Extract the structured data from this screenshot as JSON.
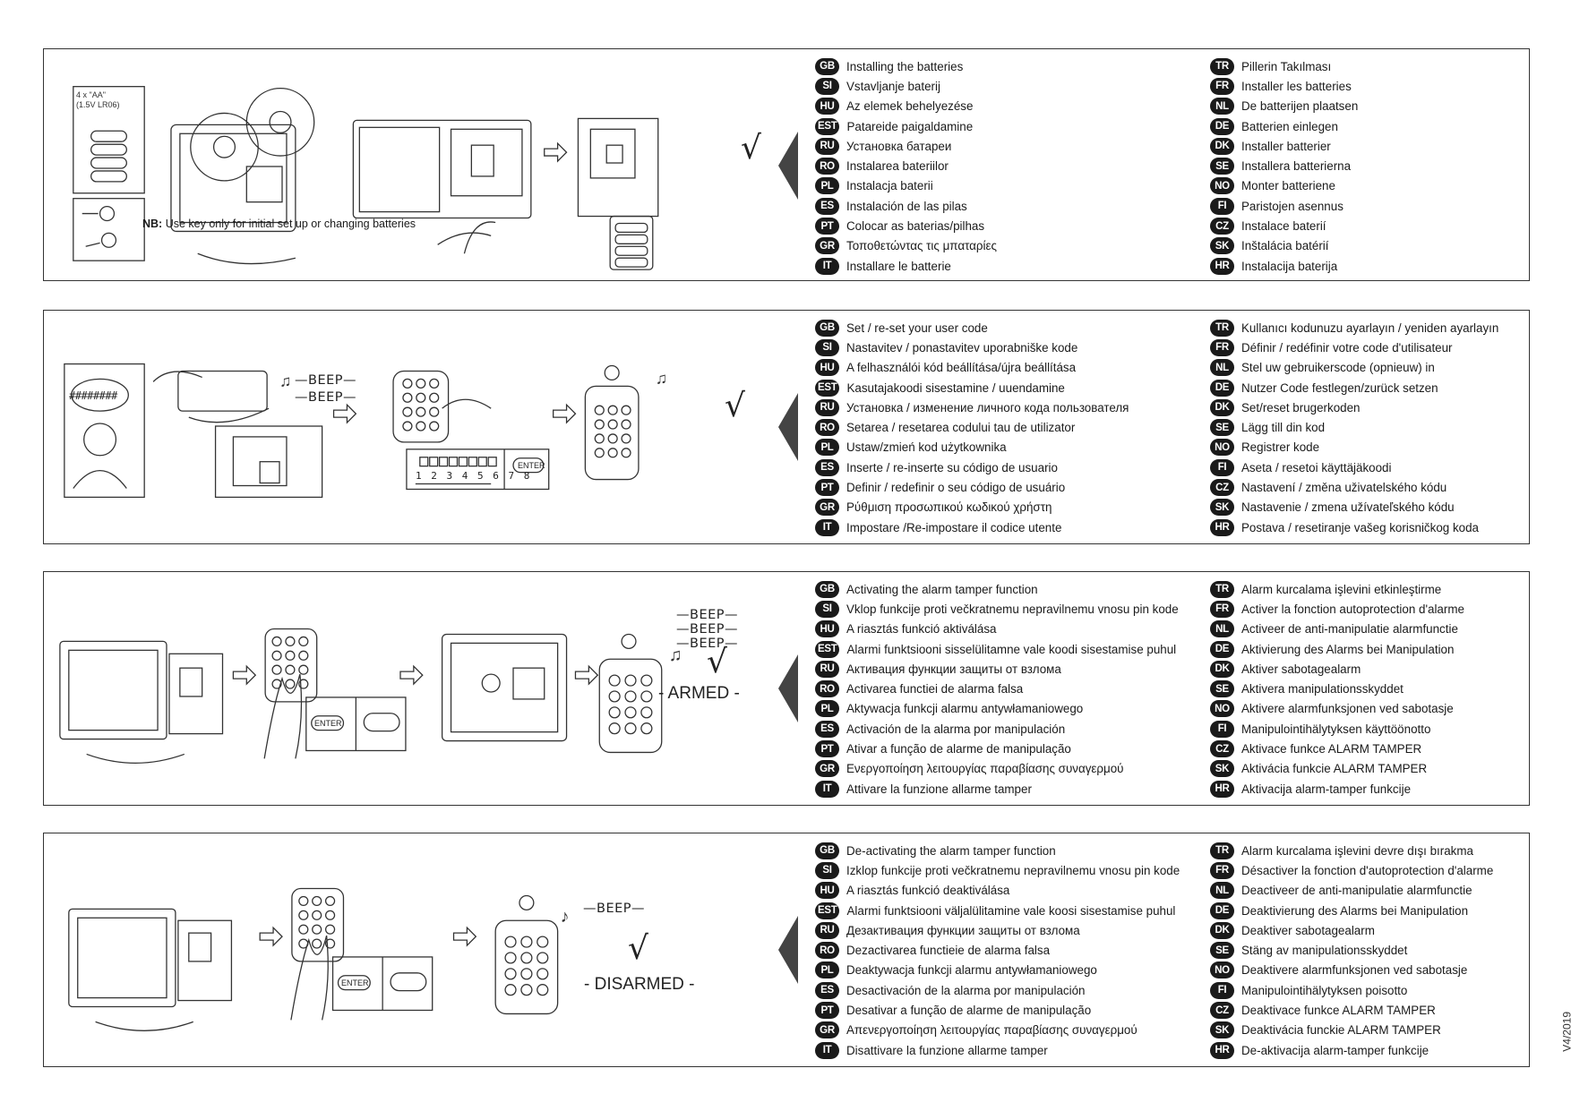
{
  "panels": [
    {
      "id": "batteries",
      "nb_bold": "NB:",
      "nb_text": "Use key only for initial set up or changing batteries",
      "battery_label": "4 x \"AA\"\n(1.5V LR06)",
      "left_langs": [
        {
          "code": "GB",
          "text": "Installing the batteries"
        },
        {
          "code": "SI",
          "text": "Vstavljanje baterij"
        },
        {
          "code": "HU",
          "text": "Az elemek behelyezése"
        },
        {
          "code": "EST",
          "text": "Patareide paigaldamine"
        },
        {
          "code": "RU",
          "text": "Установка батареи"
        },
        {
          "code": "RO",
          "text": "Instalarea bateriilor"
        },
        {
          "code": "PL",
          "text": "Instalacja baterii"
        },
        {
          "code": "ES",
          "text": "Instalación de las pilas"
        },
        {
          "code": "PT",
          "text": "Colocar as baterias/pilhas"
        },
        {
          "code": "GR",
          "text": "Τοποθετώντας τις μπαταρίες"
        },
        {
          "code": "IT",
          "text": "Installare le batterie"
        }
      ],
      "right_langs": [
        {
          "code": "TR",
          "text": "Pillerin Takılması"
        },
        {
          "code": "FR",
          "text": "Installer les batteries"
        },
        {
          "code": "NL",
          "text": "De batterijen plaatsen"
        },
        {
          "code": "DE",
          "text": "Batterien einlegen"
        },
        {
          "code": "DK",
          "text": "Installer batterier"
        },
        {
          "code": "SE",
          "text": "Installera batterierna"
        },
        {
          "code": "NO",
          "text": "Monter batteriene"
        },
        {
          "code": "FI",
          "text": "Paristojen asennus"
        },
        {
          "code": "CZ",
          "text": "Instalace baterií"
        },
        {
          "code": "SK",
          "text": "Inštalácia batérií"
        },
        {
          "code": "HR",
          "text": "Instalacija baterija"
        }
      ]
    },
    {
      "id": "user-code",
      "beep1": "BEEP",
      "beep2": "BEEP",
      "hashes": "########",
      "digits": "1 2 3 4 5 6 7 8",
      "enter": "ENTER",
      "left_langs": [
        {
          "code": "GB",
          "text": "Set / re-set your user code"
        },
        {
          "code": "SI",
          "text": "Nastavitev / ponastavitev uporabniške kode"
        },
        {
          "code": "HU",
          "text": "A felhasználói kód beállítása/újra beállítása"
        },
        {
          "code": "EST",
          "text": "Kasutajakoodi sisestamine / uuendamine"
        },
        {
          "code": "RU",
          "text": "Установка / изменение личного кода пользователя"
        },
        {
          "code": "RO",
          "text": "Setarea / resetarea codului tau de utilizator"
        },
        {
          "code": "PL",
          "text": "Ustaw/zmień kod użytkownika"
        },
        {
          "code": "ES",
          "text": "Inserte / re-inserte su código de usuario"
        },
        {
          "code": "PT",
          "text": "Definir / redefinir o seu código de usuário"
        },
        {
          "code": "GR",
          "text": "Ρύθμιση προσωπικού κωδικού χρήστη"
        },
        {
          "code": "IT",
          "text": "Impostare /Re-impostare il codice utente"
        }
      ],
      "right_langs": [
        {
          "code": "TR",
          "text": "Kullanıcı kodunuzu ayarlayın / yeniden ayarlayın"
        },
        {
          "code": "FR",
          "text": "Définir / redéfinir votre code d'utilisateur"
        },
        {
          "code": "NL",
          "text": "Stel uw gebruikerscode (opnieuw) in"
        },
        {
          "code": "DE",
          "text": "Nutzer Code festlegen/zurück setzen"
        },
        {
          "code": "DK",
          "text": "Set/reset brugerkoden"
        },
        {
          "code": "SE",
          "text": "Lägg till din kod"
        },
        {
          "code": "NO",
          "text": "Registrer kode"
        },
        {
          "code": "FI",
          "text": "Aseta / resetoi käyttäjäkoodi"
        },
        {
          "code": "CZ",
          "text": "Nastavení / změna uživatelského kódu"
        },
        {
          "code": "SK",
          "text": "Nastavenie / zmena užívateľského kódu"
        },
        {
          "code": "HR",
          "text": "Postava / resetiranje vašeg korisničkog koda"
        }
      ]
    },
    {
      "id": "activate-alarm",
      "beeps": [
        "BEEP",
        "BEEP",
        "BEEP"
      ],
      "status": "- ARMED -",
      "enter": "ENTER",
      "left_langs": [
        {
          "code": "GB",
          "text": "Activating the alarm tamper function"
        },
        {
          "code": "SI",
          "text": "Vklop funkcije proti večkratnemu nepravilnemu vnosu pin kode"
        },
        {
          "code": "HU",
          "text": "A riasztás funkció aktiválása"
        },
        {
          "code": "EST",
          "text": "Alarmi funktsiooni sisselülitamne  vale koodi sisestamise puhul"
        },
        {
          "code": "RU",
          "text": "Активация функции защиты от взлома"
        },
        {
          "code": "RO",
          "text": "Activarea functiei de alarma falsa"
        },
        {
          "code": "PL",
          "text": "Aktywacja funkcji alarmu antywłamaniowego"
        },
        {
          "code": "ES",
          "text": "Activación de la alarma por manipulación"
        },
        {
          "code": "PT",
          "text": "Ativar a função de alarme de manipulação"
        },
        {
          "code": "GR",
          "text": "Ενεργοποίηση λειτουργίας παραβίασης συναγερμού"
        },
        {
          "code": "IT",
          "text": "Attivare la funzione allarme tamper"
        }
      ],
      "right_langs": [
        {
          "code": "TR",
          "text": "Alarm kurcalama işlevini etkinleştirme"
        },
        {
          "code": "FR",
          "text": "Activer la fonction autoprotection d'alarme"
        },
        {
          "code": "NL",
          "text": "Activeer de anti-manipulatie alarmfunctie"
        },
        {
          "code": "DE",
          "text": "Aktivierung des Alarms bei Manipulation"
        },
        {
          "code": "DK",
          "text": "Aktiver sabotagealarm"
        },
        {
          "code": "SE",
          "text": "Aktivera manipulationsskyddet"
        },
        {
          "code": "NO",
          "text": "Aktivere alarmfunksjonen ved sabotasje"
        },
        {
          "code": "FI",
          "text": "Manipulointihälytyksen käyttöönotto"
        },
        {
          "code": "CZ",
          "text": "Aktivace funkce ALARM TAMPER"
        },
        {
          "code": "SK",
          "text": "Aktivácia funkcie ALARM TAMPER"
        },
        {
          "code": "HR",
          "text": "Aktivacija alarm-tamper funkcije"
        }
      ]
    },
    {
      "id": "deactivate-alarm",
      "beep": "BEEP",
      "status": "- DISARMED -",
      "enter": "ENTER",
      "left_langs": [
        {
          "code": "GB",
          "text": "De-activating the alarm tamper function"
        },
        {
          "code": "SI",
          "text": "Izklop funkcije proti večkratnemu nepravilnemu vnosu pin kode"
        },
        {
          "code": "HU",
          "text": "A riasztás funkció deaktiválása"
        },
        {
          "code": "EST",
          "text": "Alarmi funktsiooni väljalülitamine vale koosi sisestamise puhul"
        },
        {
          "code": "RU",
          "text": "Дезактивация функции защиты от взлома"
        },
        {
          "code": "RO",
          "text": "Dezactivarea functieie de alarma falsa"
        },
        {
          "code": "PL",
          "text": "Deaktywacja funkcji alarmu antywłamaniowego"
        },
        {
          "code": "ES",
          "text": "Desactivación de la alarma por manipulación"
        },
        {
          "code": "PT",
          "text": "Desativar a função de alarme de manipulação"
        },
        {
          "code": "GR",
          "text": "Απενεργοποίηση λειτουργίας παραβίασης συναγερμού"
        },
        {
          "code": "IT",
          "text": "Disattivare la funzione allarme tamper"
        }
      ],
      "right_langs": [
        {
          "code": "TR",
          "text": "Alarm kurcalama işlevini devre dışı bırakma"
        },
        {
          "code": "FR",
          "text": "Désactiver la fonction d'autoprotection d'alarme"
        },
        {
          "code": "NL",
          "text": "Deactiveer de anti-manipulatie alarmfunctie"
        },
        {
          "code": "DE",
          "text": "Deaktivierung des Alarms bei Manipulation"
        },
        {
          "code": "DK",
          "text": "Deaktiver sabotagealarm"
        },
        {
          "code": "SE",
          "text": "Stäng av manipulationsskyddet"
        },
        {
          "code": "NO",
          "text": "Deaktivere alarmfunksjonen ved sabotasje"
        },
        {
          "code": "FI",
          "text": "Manipulointihälytyksen poisotto"
        },
        {
          "code": "CZ",
          "text": "Deaktivace funkce ALARM TAMPER"
        },
        {
          "code": "SK",
          "text": "Deaktivácia funckie ALARM TAMPER"
        },
        {
          "code": "HR",
          "text": "De-aktivacija alarm-tamper funkcije"
        }
      ]
    }
  ],
  "version": "V4/2019",
  "checkmark": "√",
  "colors": {
    "badge": "#1a1a1a",
    "border": "#333333"
  }
}
